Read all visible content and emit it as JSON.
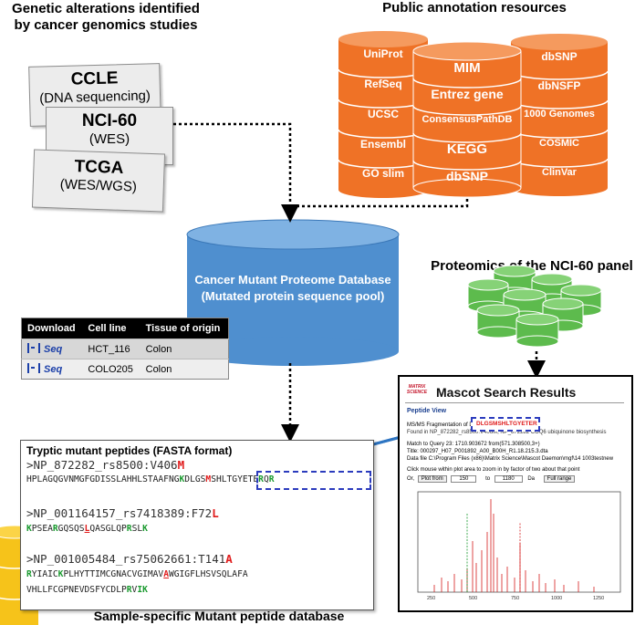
{
  "headings": {
    "genetic": [
      "Genetic alterations identified",
      "by cancer genomics studies"
    ],
    "public": "Public annotation resources",
    "proteomics": "Proteomics of the NCI-60 panel",
    "sample_db": "Sample-specific Mutant peptide database"
  },
  "studies": [
    {
      "name": "CCLE",
      "sub": "(DNA sequencing)"
    },
    {
      "name": "NCI-60",
      "sub": "(WES)"
    },
    {
      "name": "TCGA",
      "sub": "(WES/WGS)"
    }
  ],
  "resources": {
    "left": [
      "UniProt",
      "RefSeq",
      "UCSC",
      "Ensembl",
      "GO slim"
    ],
    "middle": [
      "MIM",
      "Entrez gene",
      "ConsensusPathDB",
      "KEGG",
      "dbSNP"
    ],
    "right": [
      "dbSNP",
      "dbNSFP",
      "1000 Genomes",
      "COSMIC",
      "ClinVar"
    ]
  },
  "central_db": [
    "Cancer Mutant Proteome Database",
    "(Mutated protein sequence pool)"
  ],
  "download_table": {
    "headers": [
      "Download",
      "Cell line",
      "Tissue of origin"
    ],
    "rows": [
      {
        "link": "Seq",
        "cell_line": "HCT_116",
        "tissue": "Colon"
      },
      {
        "link": "Seq",
        "cell_line": "COLO205",
        "tissue": "Colon"
      }
    ]
  },
  "mascot": {
    "logo": "MATRIX SCIENCE",
    "title": "Mascot Search Results",
    "section": "Peptide View",
    "lines": [
      "MS/MS Fragmentation of DLGSMSHLTGYETER",
      "Found in NP_872282_rs8500:V406M, NP_872282 COQ6 ubiquinone biosynthesis",
      "Match to Query 23: 1710.903672 from(571.308500,3+)",
      "Title: 000297_H07_P001892_A00_B00H_R1.18.215.3.dta",
      "Data file C:\\Program Files (x86)\\Matrix Science\\Mascot Daemon\\mgf\\14 1003testnew",
      "Click mouse within plot area to zoom in by factor of two about that point"
    ],
    "peptide": "DLGSMSHLTGYETER",
    "controls": {
      "or": "Or,",
      "plot_btn": "Plot from",
      "from": "150",
      "to_label": "to",
      "to": "1180",
      "da": "Da",
      "full_btn": "Full range"
    },
    "spectrum": {
      "x_ticks": [
        "250",
        "500",
        "750",
        "1000",
        "1250"
      ]
    }
  },
  "fasta": {
    "title": "Tryptic mutant peptides (FASTA format)",
    "entries": [
      {
        "header": ">NP_872282_rs8500:V406",
        "mut": "M",
        "lines": [
          [
            [
              "HPLAGQGVNMGFGDISSLAHHLSTAAFNG",
              ""
            ],
            [
              "K",
              "g"
            ],
            [
              "DLGS",
              ""
            ],
            [
              "M",
              "m"
            ],
            [
              "SHLTGYETE",
              ""
            ],
            [
              "R",
              "g"
            ],
            [
              "Q",
              ""
            ],
            [
              "R",
              "g"
            ]
          ]
        ]
      },
      {
        "header": ">NP_001164157_rs7418389:F72",
        "mut": "L",
        "lines": [
          [
            [
              "K",
              "g"
            ],
            [
              "PSEA",
              ""
            ],
            [
              "R",
              "g"
            ],
            [
              "GQSQS",
              ""
            ],
            [
              "L",
              "mu"
            ],
            [
              "QASGLQP",
              ""
            ],
            [
              "R",
              "g"
            ],
            [
              "SL",
              ""
            ],
            [
              "K",
              "g"
            ]
          ]
        ]
      },
      {
        "header": ">NP_001005484_rs75062661:T141",
        "mut": "A",
        "lines": [
          [
            [
              "R",
              "g"
            ],
            [
              "YIAIC",
              ""
            ],
            [
              "K",
              "g"
            ],
            [
              "PLHYTTIMCGNACVGIMAV",
              ""
            ],
            [
              "A",
              "mu"
            ],
            [
              "WGIGFLHSVSQLAFA",
              ""
            ]
          ],
          [
            [
              "VHLLFCGPNEVDSFYCDLP",
              ""
            ],
            [
              "R",
              "g"
            ],
            [
              "V",
              ""
            ],
            [
              "IK",
              "g"
            ]
          ]
        ]
      }
    ]
  },
  "colors": {
    "orange": "#ef7226",
    "blue": "#4f8fcf",
    "green": "#5dbb4d",
    "yellow": "#f6c31a",
    "arrow": "#2e75c2",
    "box": "#2b3bbd"
  }
}
